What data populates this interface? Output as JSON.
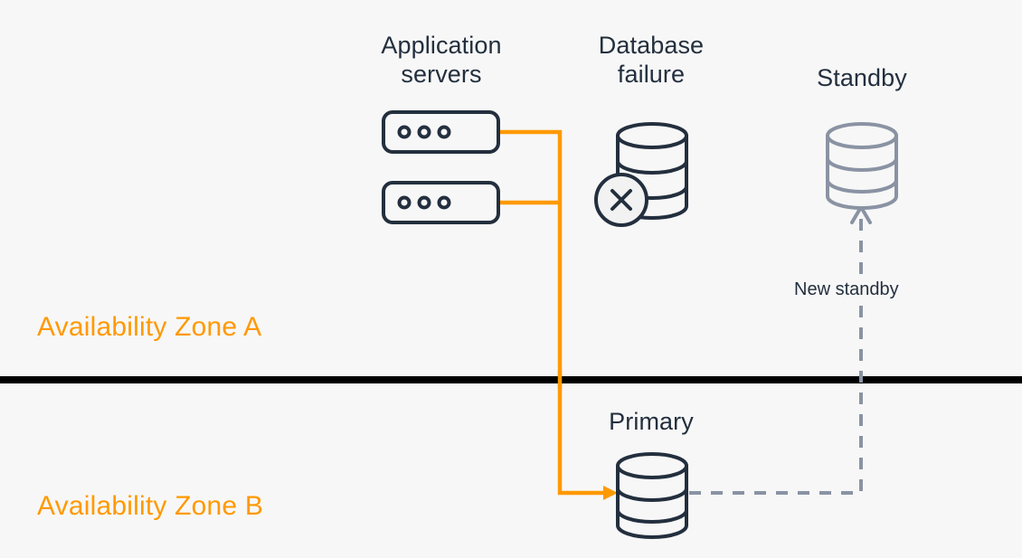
{
  "diagram": {
    "title_colors": {
      "background": "#f7f7f7",
      "text_dark": "#232f3e",
      "accent_orange": "#ff9900",
      "muted_gray": "#7d8998",
      "divider_black": "#000000"
    },
    "zones": [
      {
        "id": "az-a",
        "label": "Availability Zone A"
      },
      {
        "id": "az-b",
        "label": "Availability Zone B"
      }
    ],
    "group_labels": [
      {
        "id": "application-servers",
        "text": "Application\nservers"
      },
      {
        "id": "database-failure",
        "text": "Database\nfailure"
      },
      {
        "id": "standby",
        "text": "Standby"
      },
      {
        "id": "primary",
        "text": "Primary"
      }
    ],
    "annotations": [
      {
        "id": "new-standby",
        "text": "New standby"
      }
    ],
    "nodes": [
      {
        "id": "app-server-1",
        "type": "server",
        "state": "active",
        "zone": "az-a"
      },
      {
        "id": "app-server-2",
        "type": "server",
        "state": "active",
        "zone": "az-a"
      },
      {
        "id": "database-failed",
        "type": "database",
        "state": "failed",
        "zone": "az-a",
        "badge": "x-mark"
      },
      {
        "id": "database-standby",
        "type": "database",
        "state": "standby",
        "zone": "az-a"
      },
      {
        "id": "database-primary",
        "type": "database",
        "state": "primary",
        "zone": "az-b"
      }
    ],
    "connections": [
      {
        "id": "app-servers-to-primary",
        "style": "solid",
        "color": "#ff9900",
        "arrow": true,
        "from": "app-servers",
        "to": "database-primary"
      },
      {
        "id": "primary-to-new-standby",
        "style": "dashed",
        "color": "#7d8998",
        "arrow": true,
        "from": "database-primary",
        "to": "database-standby"
      }
    ]
  }
}
